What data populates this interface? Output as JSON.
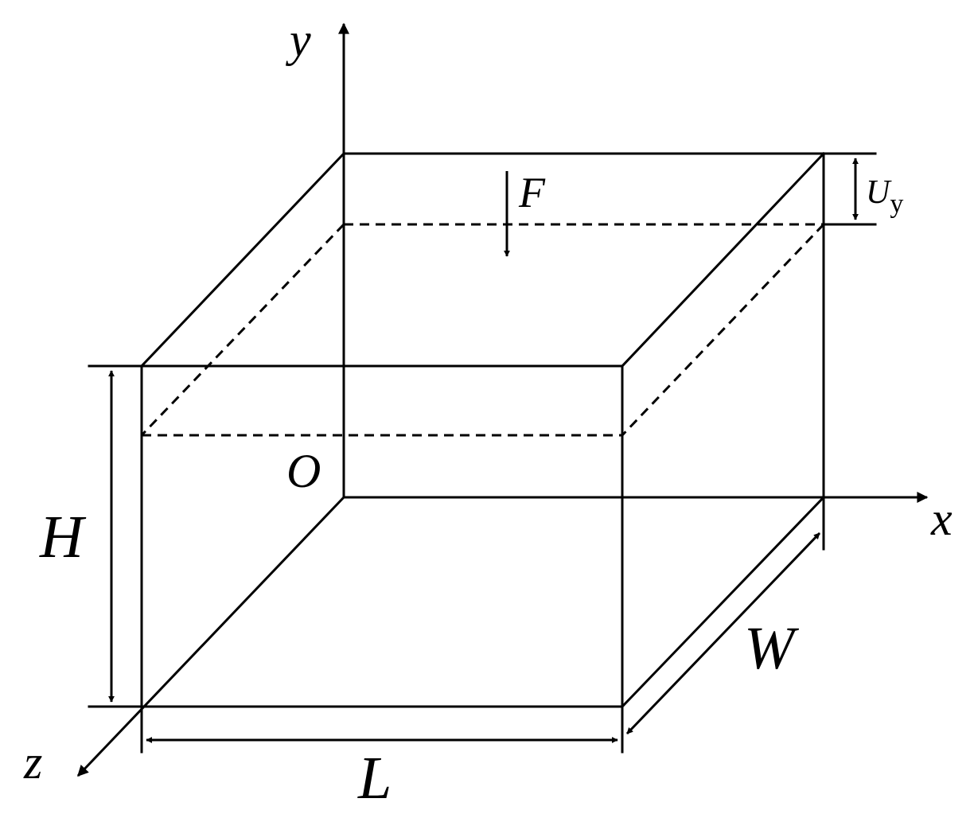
{
  "labels": {
    "y_axis": "y",
    "x_axis": "x",
    "z_axis": "z",
    "origin": "O",
    "force": "F",
    "height": "H",
    "length": "L",
    "width": "W",
    "displacement": "U",
    "displacement_subscript": "y"
  }
}
